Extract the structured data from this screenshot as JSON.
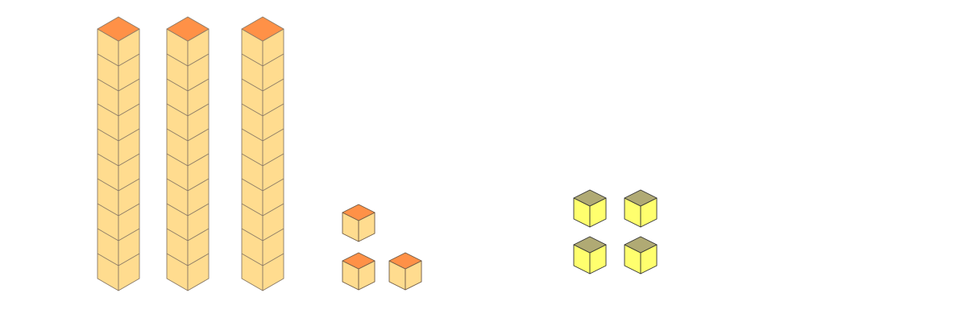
{
  "diagram": {
    "kind": "base-ten-blocks",
    "ten_rods": 3,
    "orange_units": 3,
    "yellow_units": 4
  },
  "colors": {
    "rod_face": "#FFDC8F",
    "rod_top": "#FF9147",
    "rod_edge": "#8A7A66",
    "unit_face": "#FFDC8F",
    "unit_top": "#FF9147",
    "unit_edge": "#6E5A45",
    "yellow_face": "#FFFF6E",
    "yellow_top": "#B0AA74",
    "yellow_edge": "#333333"
  }
}
